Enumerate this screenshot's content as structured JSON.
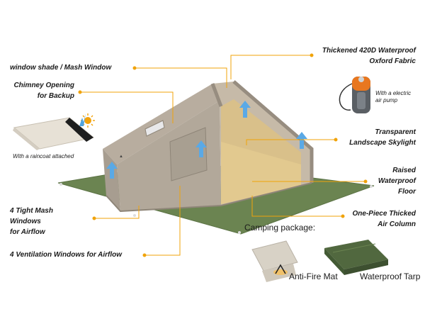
{
  "labels": {
    "window_shade": "window shade / Mash Window",
    "chimney_1": "Chimney Opening",
    "chimney_2": "for Backup",
    "raincoat": "With a raincoat attached",
    "mesh_1": "4 Tight Mash",
    "mesh_2": "Windows",
    "mesh_3": "for Airflow",
    "ventilation": "4 Ventilation Windows for Airflow",
    "fabric_1": "Thickened 420D Waterproof",
    "fabric_2": "Oxford Fabric",
    "pump_1": "With a electric",
    "pump_2": "air pump",
    "skylight_1": "Transparent",
    "skylight_2": "Landscape Skylight",
    "floor_1": "Raised",
    "floor_2": "Waterproof",
    "floor_3": "Floor",
    "column_1": "One-Piece Thicked",
    "column_2": "Air Column",
    "package": "Camping package:",
    "mat": "Anti-Fire Mat",
    "tarp": "Waterproof Tarp"
  },
  "colors": {
    "leader": "#f0a30a",
    "tent": "#b2a89a",
    "tent_dark": "#978d80",
    "interior": "#d9c08a",
    "ground": "#6b8451",
    "tarp": "#51683f",
    "airflow": "#5aa9e6"
  },
  "icons": {
    "sun": "sun-icon",
    "pump": "air-pump-icon",
    "airflow": "airflow-arrow-icon"
  }
}
